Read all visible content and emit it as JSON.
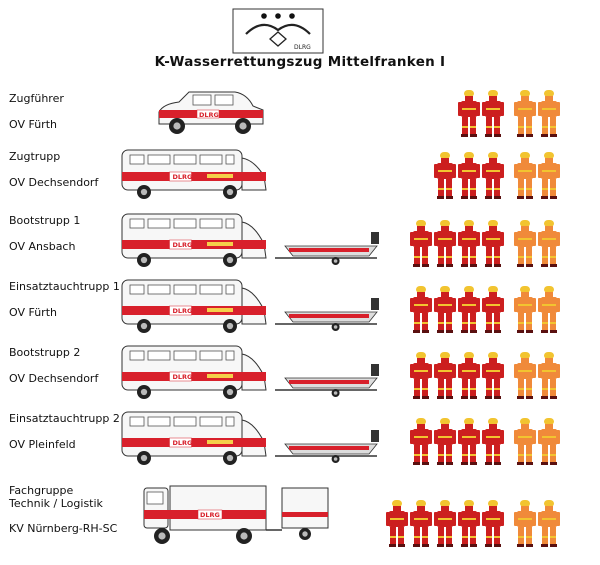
{
  "title": "K-Wasserrettungszug Mittelfranken I",
  "logo_text": "DLRG",
  "vehicle_text": "DLRG",
  "colors": {
    "red_suit": "#cc1f1f",
    "orange_suit": "#f08a3a",
    "helmet": "#f2c430",
    "vehicle_stripe": "#d8202b"
  },
  "units": [
    {
      "line1": "Zugführer",
      "line2": "",
      "org": "OV Fürth",
      "vehicle": "suv",
      "red": 2,
      "orange": 2
    },
    {
      "line1": "Zugtrupp",
      "line2": "",
      "org": "OV Dechsendorf",
      "vehicle": "van",
      "red": 3,
      "orange": 2
    },
    {
      "line1": "Bootstrupp 1",
      "line2": "",
      "org": "OV Ansbach",
      "vehicle": "van_boat",
      "red": 4,
      "orange": 2
    },
    {
      "line1": "Einsatztauchtrupp 1",
      "line2": "",
      "org": "OV Fürth",
      "vehicle": "van_boat",
      "red": 4,
      "orange": 2
    },
    {
      "line1": "Bootstrupp 2",
      "line2": "",
      "org": "OV Dechsendorf",
      "vehicle": "van_boat",
      "red": 4,
      "orange": 2
    },
    {
      "line1": "Einsatztauchtrupp 2",
      "line2": "",
      "org": "OV Pleinfeld",
      "vehicle": "van_boat",
      "red": 4,
      "orange": 2
    },
    {
      "line1": "Fachgruppe",
      "line2": "Technik / Logistik",
      "org": "KV Nürnberg-RH-SC",
      "vehicle": "truck_trailer",
      "red": 5,
      "orange": 2
    }
  ]
}
